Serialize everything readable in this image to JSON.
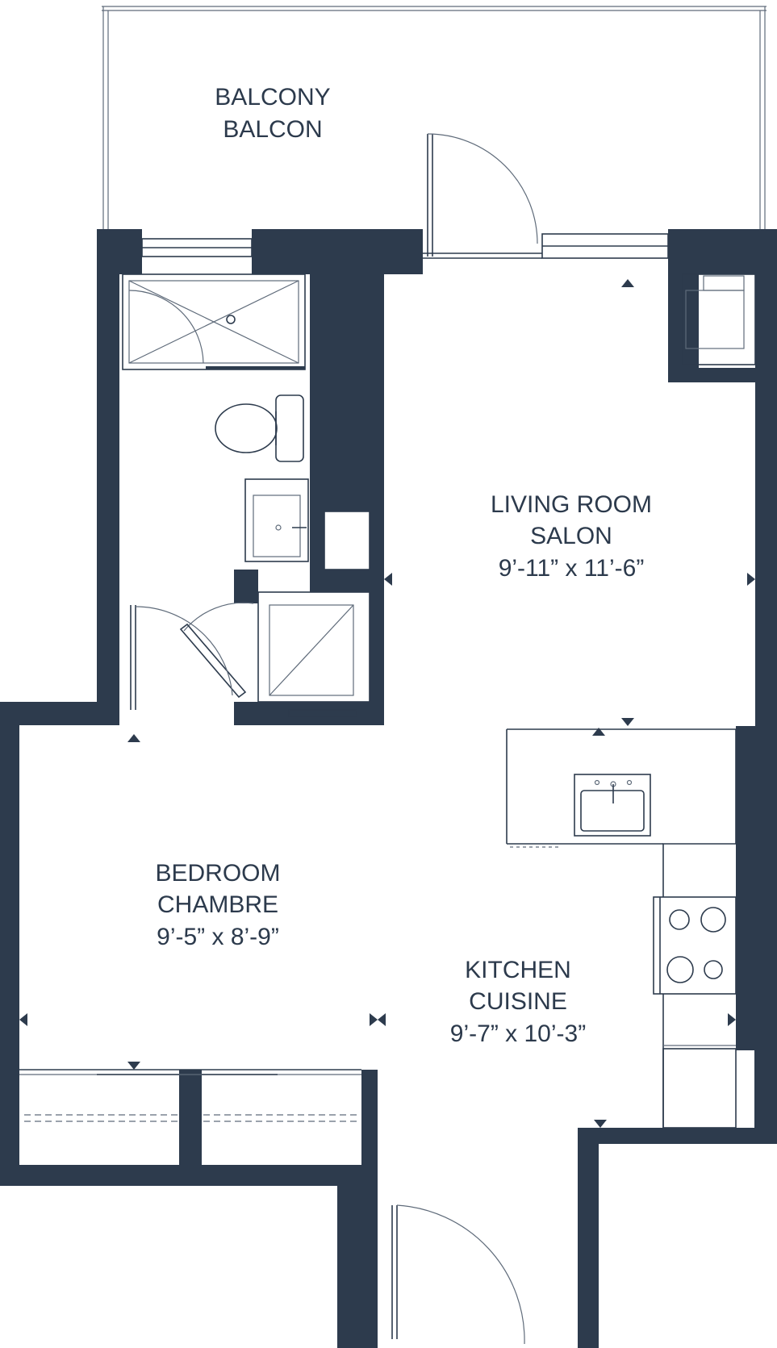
{
  "rooms": {
    "balcony": {
      "name_en": "BALCONY",
      "name_fr": "BALCON"
    },
    "living": {
      "name_en": "LIVING ROOM",
      "name_fr": "SALON",
      "dimensions": "9’-11” x 11’-6”"
    },
    "bedroom": {
      "name_en": "BEDROOM",
      "name_fr": "CHAMBRE",
      "dimensions": "9’-5” x 8’-9”"
    },
    "kitchen": {
      "name_en": "KITCHEN",
      "name_fr": "CUISINE",
      "dimensions": "9’-7” x 10’-3”"
    }
  },
  "colors": {
    "wall": "#2d3b4d",
    "line": "#5f6b7a",
    "text": "#2c3a4c",
    "background": "#ffffff"
  }
}
